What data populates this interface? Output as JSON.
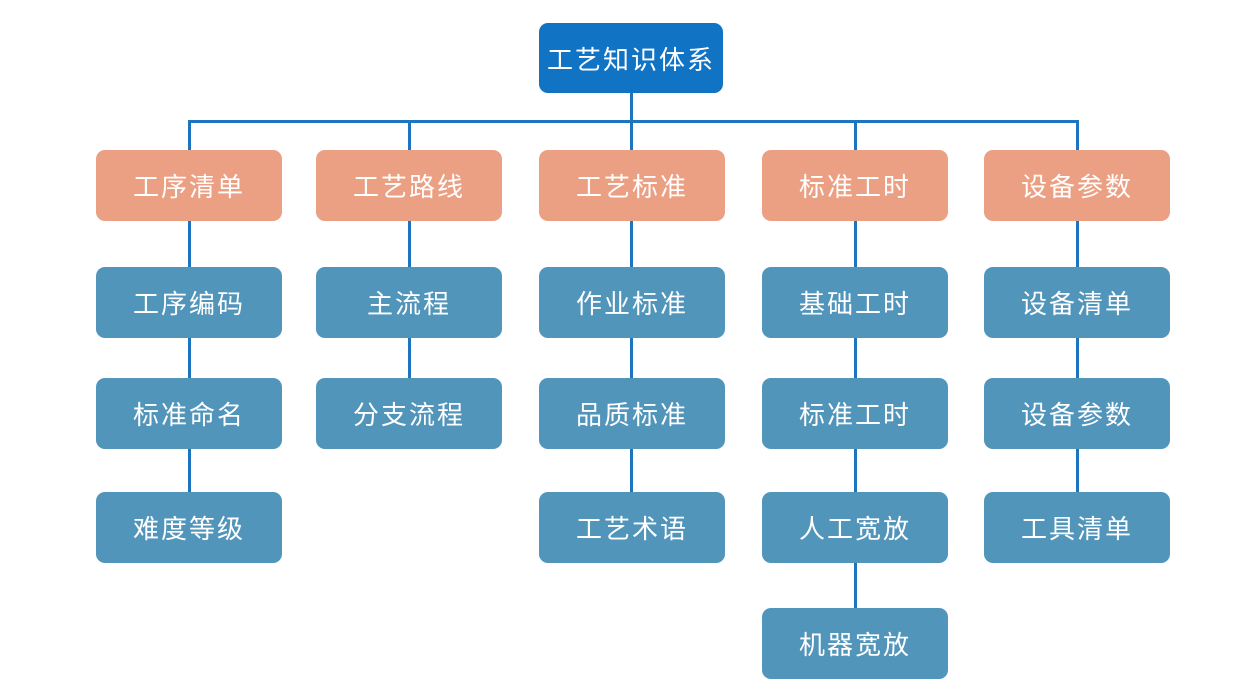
{
  "diagram": {
    "root": {
      "label": "工艺知识体系"
    },
    "branches": [
      {
        "label": "工序清单",
        "children": [
          {
            "label": "工序编码"
          },
          {
            "label": "标准命名"
          },
          {
            "label": "难度等级"
          }
        ]
      },
      {
        "label": "工艺路线",
        "children": [
          {
            "label": "主流程"
          },
          {
            "label": "分支流程"
          }
        ]
      },
      {
        "label": "工艺标准",
        "children": [
          {
            "label": "作业标准"
          },
          {
            "label": "品质标准"
          },
          {
            "label": "工艺术语"
          }
        ]
      },
      {
        "label": "标准工时",
        "children": [
          {
            "label": "基础工时"
          },
          {
            "label": "标准工时"
          },
          {
            "label": "人工宽放"
          },
          {
            "label": "机器宽放"
          }
        ]
      },
      {
        "label": "设备参数",
        "children": [
          {
            "label": "设备清单"
          },
          {
            "label": "设备参数"
          },
          {
            "label": "工具清单"
          }
        ]
      }
    ],
    "colors": {
      "root_fill": "#1173C4",
      "branch_fill": "#ECA083",
      "child_fill": "#5295BB",
      "connector": "#1E74BE",
      "text": "#FFFFFF",
      "background": "#FFFFFF"
    }
  }
}
